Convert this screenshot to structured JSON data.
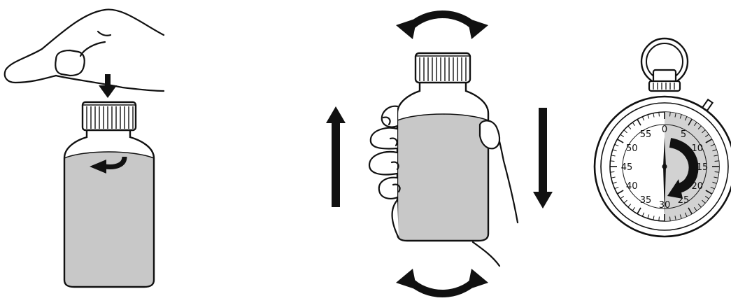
{
  "panels": [
    {
      "id": "press-turn-open"
    },
    {
      "id": "invert-and-shake"
    },
    {
      "id": "stopwatch"
    }
  ],
  "stopwatch": {
    "dial_labels": [
      "0",
      "5",
      "10",
      "15",
      "20",
      "25",
      "30",
      "35",
      "40",
      "45",
      "50",
      "55"
    ],
    "elapsed_seconds": 30
  },
  "colors": {
    "ink": "#111111",
    "liquid": "#c8c8c8",
    "dial_sector": "#d2d2d2",
    "background": "#ffffff"
  },
  "icons": [
    "hand-icon",
    "down-arrow-icon",
    "rotate-arrow-icon",
    "bottle-icon",
    "up-arrow-icon",
    "curved-arrow-icon",
    "stopwatch-icon"
  ]
}
